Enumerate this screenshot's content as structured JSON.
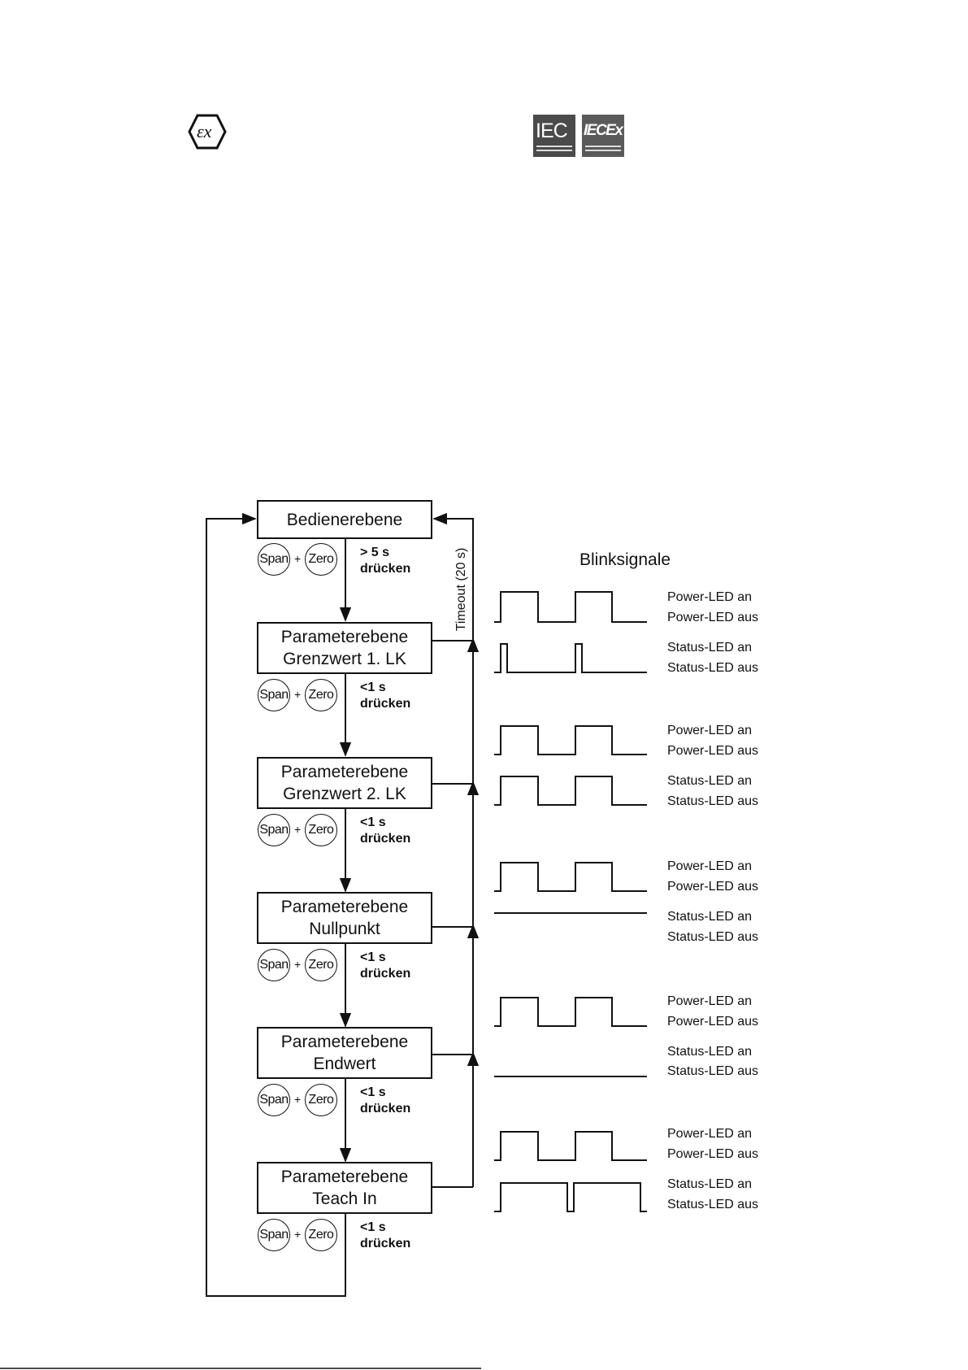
{
  "header": {
    "ex_logo_icon": "ex-hexagon-icon",
    "iec_logo": "IEC",
    "iecex_logo": "IECEx"
  },
  "diagram": {
    "levels": [
      {
        "lines": [
          "Bedienerebene"
        ]
      },
      {
        "lines": [
          "Parameterebene",
          "Grenzwert 1. LK"
        ]
      },
      {
        "lines": [
          "Parameterebene",
          "Grenzwert 2. LK"
        ]
      },
      {
        "lines": [
          "Parameterebene",
          "Nullpunkt"
        ]
      },
      {
        "lines": [
          "Parameterebene",
          "Endwert"
        ]
      },
      {
        "lines": [
          "Parameterebene",
          "Teach In"
        ]
      }
    ],
    "buttons": {
      "span": "Span",
      "zero": "Zero",
      "plus": "+"
    },
    "press": [
      {
        "time": "> 5 s",
        "action": "drücken"
      },
      {
        "time": "<1 s",
        "action": "drücken"
      },
      {
        "time": "<1 s",
        "action": "drücken"
      },
      {
        "time": "<1 s",
        "action": "drücken"
      },
      {
        "time": "<1 s",
        "action": "drücken"
      },
      {
        "time": "<1 s",
        "action": "drücken"
      }
    ],
    "timeout_label": "Timeout (20 s)"
  },
  "blink": {
    "title": "Blinksignale",
    "groups": [
      {
        "power": {
          "on": "Power-LED an",
          "off": "Power-LED aus"
        },
        "status": {
          "on": "Status-LED an",
          "off": "Status-LED aus"
        }
      },
      {
        "power": {
          "on": "Power-LED an",
          "off": "Power-LED aus"
        },
        "status": {
          "on": "Status-LED an",
          "off": "Status-LED aus"
        }
      },
      {
        "power": {
          "on": "Power-LED an",
          "off": "Power-LED aus"
        },
        "status": {
          "on": "Status-LED an",
          "off": "Status-LED aus"
        }
      },
      {
        "power": {
          "on": "Power-LED an",
          "off": "Power-LED aus"
        },
        "status": {
          "on": "Status-LED an",
          "off": "Status-LED aus"
        }
      },
      {
        "power": {
          "on": "Power-LED an",
          "off": "Power-LED aus"
        },
        "status": {
          "on": "Status-LED an",
          "off": "Status-LED aus"
        }
      }
    ]
  }
}
